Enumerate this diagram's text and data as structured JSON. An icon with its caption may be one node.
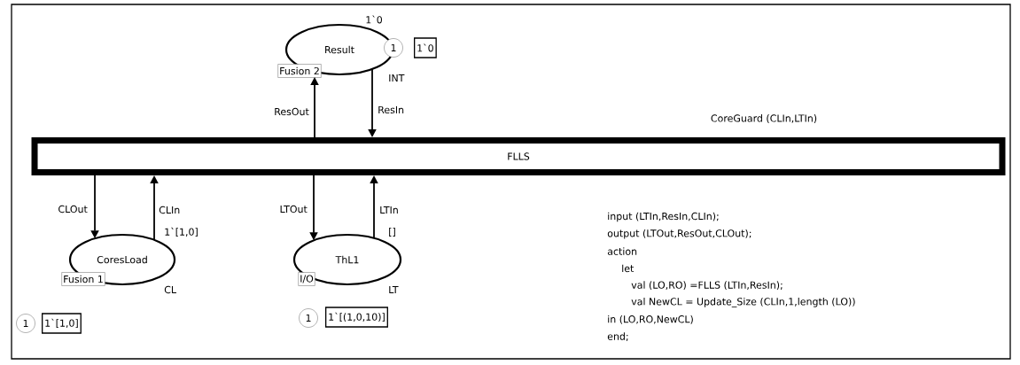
{
  "diagram": {
    "nodes": [
      {
        "text": [
          "FLLS"
        ],
        "beside": [
          "CoreGuard (CLIn,LTIn)"
        ]
      },
      {
        "text": [
          "Result"
        ],
        "beside": [
          "1`0",
          "INT"
        ]
      },
      {
        "text": [
          "Fusion 2"
        ]
      },
      {
        "text": [
          "1"
        ]
      },
      {
        "text": [
          "1`0"
        ]
      },
      {
        "text": [
          "CoresLoad"
        ],
        "beside": [
          "1`[1,0]",
          "CL"
        ]
      },
      {
        "text": [
          "Fusion 1"
        ]
      },
      {
        "text": [
          "1"
        ]
      },
      {
        "text": [
          "1`[1,0]"
        ]
      },
      {
        "text": [
          "ThL1"
        ],
        "beside": [
          "[]",
          "LT"
        ]
      },
      {
        "text": [
          "I/O"
        ]
      },
      {
        "text": [
          "1"
        ]
      },
      {
        "text": [
          "1`[(1,0,10)]"
        ]
      }
    ],
    "edges": [
      {
        "from": 0,
        "to": 1,
        "arrow": "to",
        "label": "ResOut"
      },
      {
        "from": 1,
        "to": 0,
        "arrow": "to",
        "label": "ResIn"
      },
      {
        "from": 0,
        "to": 5,
        "arrow": "to",
        "label": "CLOut"
      },
      {
        "from": 5,
        "to": 0,
        "arrow": "to",
        "label": "CLIn"
      },
      {
        "from": 0,
        "to": 9,
        "arrow": "to",
        "label": "LTOut"
      },
      {
        "from": 9,
        "to": 0,
        "arrow": "to",
        "label": "LTIn"
      }
    ],
    "labels": [
      "input (LTIn,ResIn,CLIn);",
      "output (LTOut,ResOut,CLOut);",
      "action",
      "let",
      "val (LO,RO) =FLLS (LTIn,ResIn);",
      "val NewCL = Update_Size (CLIn,1,length (LO))",
      "in  (LO,RO,NewCL)",
      "end;"
    ]
  }
}
